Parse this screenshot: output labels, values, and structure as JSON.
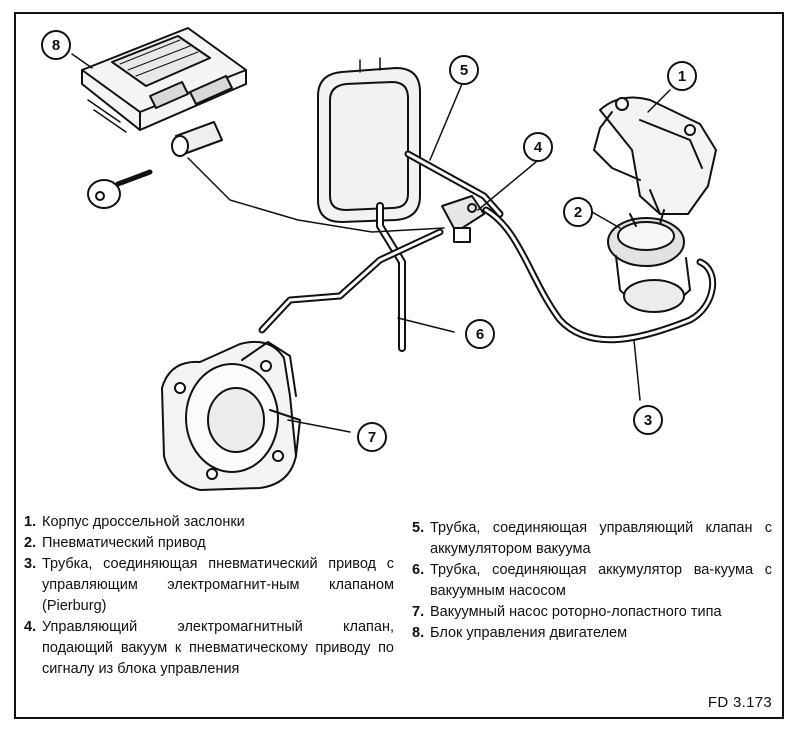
{
  "callouts": [
    {
      "number": "1"
    },
    {
      "number": "2"
    },
    {
      "number": "3"
    },
    {
      "number": "4"
    },
    {
      "number": "5"
    },
    {
      "number": "6"
    },
    {
      "number": "7"
    },
    {
      "number": "8"
    }
  ],
  "legend": {
    "left": [
      {
        "num": "1.",
        "text": "Корпус дроссельной заслонки"
      },
      {
        "num": "2.",
        "text": "Пневматический привод"
      },
      {
        "num": "3.",
        "text": "Трубка, соединяющая пневматический привод с управляющим электромагнит-ным клапаном (Pierburg)"
      },
      {
        "num": "4.",
        "text": "Управляющий электромагнитный клапан, подающий вакуум к пневматическому приводу по сигналу из блока управления"
      }
    ],
    "right": [
      {
        "num": "5.",
        "text": "Трубка, соединяющая управляющий клапан с аккумулятором вакуума"
      },
      {
        "num": "6.",
        "text": "Трубка, соединяющая аккумулятор ва-куума с вакуумным насосом"
      },
      {
        "num": "7.",
        "text": "Вакуумный насос роторно-лопастного типа"
      },
      {
        "num": "8.",
        "text": "Блок управления двигателем"
      }
    ]
  },
  "figure_code": "FD 3.173"
}
